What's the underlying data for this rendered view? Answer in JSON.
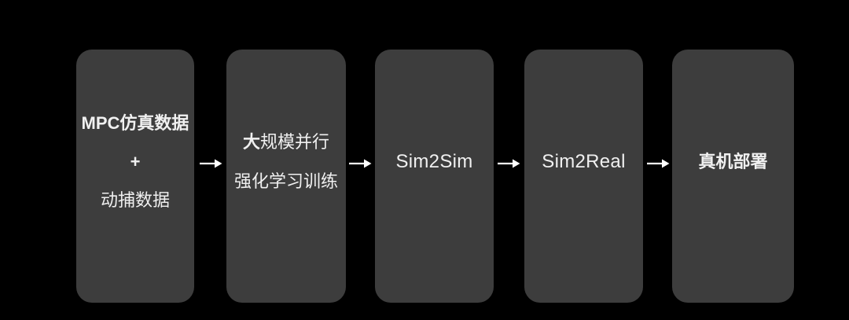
{
  "colors": {
    "background": "#000000",
    "node_fill": "#3d3d3d",
    "text": "#f0f0f0",
    "arrow": "#ffffff"
  },
  "flow": {
    "type": "pipeline-flowchart",
    "direction": "left-to-right",
    "nodes": [
      {
        "id": "training-data",
        "line1": "MPC仿真数据",
        "line2": "+",
        "line3": "动捕数据"
      },
      {
        "id": "rl-training",
        "line1_bold": "大",
        "line1_rest": "规模并行",
        "line2": "强化学习训练"
      },
      {
        "id": "sim2sim",
        "label": "Sim2Sim"
      },
      {
        "id": "sim2real",
        "label": "Sim2Real"
      },
      {
        "id": "real-deployment",
        "label": "真机部署"
      }
    ],
    "icons": {
      "arrow_right": "→"
    }
  }
}
